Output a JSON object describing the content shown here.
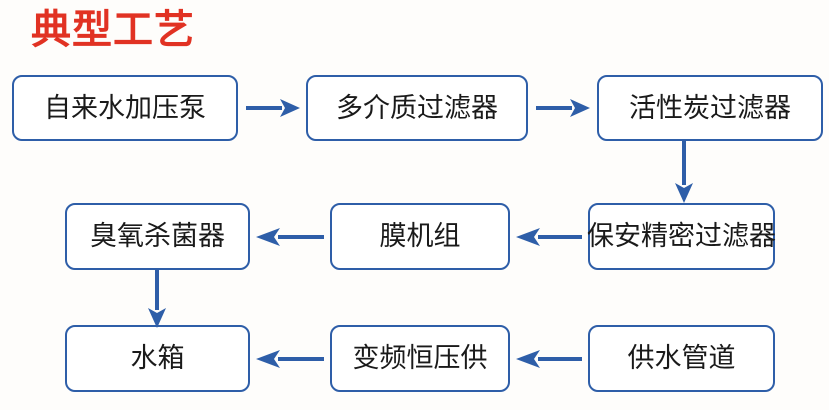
{
  "title": "典型工艺",
  "theme": {
    "background": "#fefdfb",
    "title_color": "#e13223",
    "box_border": "#2e5ea8",
    "box_fill": "#ffffff",
    "arrow_color": "#2e5ea8",
    "text_color": "#1a1a1a"
  },
  "flow": {
    "rows": [
      {
        "nodes": [
          {
            "id": "r1c1",
            "label": "自来水加压泵"
          },
          {
            "id": "r1c2",
            "label": "多介质过滤器"
          },
          {
            "id": "r1c3",
            "label": "活性炭过滤器"
          }
        ]
      },
      {
        "nodes": [
          {
            "id": "r2c1",
            "label": "臭氧杀菌器"
          },
          {
            "id": "r2c2",
            "label": "膜机组"
          },
          {
            "id": "r2c3",
            "label": "保安精密过滤器"
          }
        ]
      },
      {
        "nodes": [
          {
            "id": "r3c1",
            "label": "水箱"
          },
          {
            "id": "r3c2",
            "label": "变频恒压供"
          },
          {
            "id": "r3c3",
            "label": "供水管道"
          }
        ]
      }
    ],
    "connectors": [
      {
        "id": "a1",
        "from": "r1c1",
        "to": "r1c2",
        "direction": "right"
      },
      {
        "id": "a2",
        "from": "r1c2",
        "to": "r1c3",
        "direction": "right"
      },
      {
        "id": "a3",
        "from": "r1c3",
        "to": "r2c3",
        "direction": "down"
      },
      {
        "id": "a4",
        "from": "r2c3",
        "to": "r2c2",
        "direction": "left"
      },
      {
        "id": "a5",
        "from": "r2c2",
        "to": "r2c1",
        "direction": "left"
      },
      {
        "id": "a6",
        "from": "r2c1",
        "to": "r3c1",
        "direction": "down"
      },
      {
        "id": "a7",
        "from": "r3c3",
        "to": "r3c2",
        "direction": "left"
      },
      {
        "id": "a8",
        "from": "r3c2",
        "to": "r3c1",
        "direction": "left"
      }
    ]
  }
}
